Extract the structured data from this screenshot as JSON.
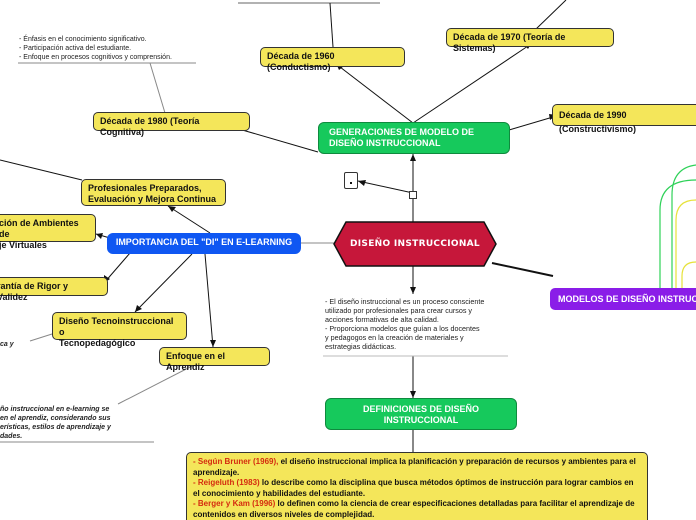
{
  "center": {
    "label": "DISEÑO INSTRUCCIONAL"
  },
  "generaciones": {
    "label_line1": "GENERACIONES DE MODELO DE",
    "label_line2": "DISEÑO INSTRUCCIONAL"
  },
  "decades": {
    "d1960": "Década de 1960 (Conductismo)",
    "d1970": "Década de 1970 (Teoría de Sistemas)",
    "d1980": "Década de 1980 (Teoría Cognitiva)",
    "d1990": "Década de 1990 (Constructivismo)"
  },
  "cognitiva_notes": [
    "- Énfasis en el conocimiento significativo.",
    "- Participación activa del estudiante.",
    "- Enfoque en procesos cognitivos y comprensión."
  ],
  "importancia": {
    "label": "IMPORTANCIA DEL \"DI\" EN E-LEARNING",
    "profesionales_line1": "Profesionales Preparados,",
    "profesionales_line2": "Evaluación y Mejora Continua",
    "ambientes_line1": "ción de Ambientes de",
    "ambientes_line2": "je Virtuales",
    "rigor": "rantía de Rigor y Validez",
    "tecno_line1": "Diseño Tecnoinstruccional o",
    "tecno_line2": "Tecnopedagógico",
    "tecno_note": "ca y",
    "enfoque": "Enfoque en el Aprendiz",
    "enfoque_notes": [
      "ño instruccional en e-learning se",
      "en el aprendiz, considerando sus",
      "erísticas, estilos de aprendizaje y",
      "dades."
    ]
  },
  "center_notes": [
    "- El diseño instruccional es un proceso consciente",
    "utilizado por profesionales para crear cursos y",
    "acciones formativas de alta calidad.",
    "- Proporciona modelos que guían a los docentes",
    "y pedagogos en la creación de materiales y",
    "estrategias didácticas."
  ],
  "modelos": {
    "label": "MODELOS DE DISEÑO INSTRUCCIONAL"
  },
  "definiciones": {
    "label_line1": "DEFINICIONES DE DISEÑO",
    "label_line2": "INSTRUCCIONAL",
    "items": [
      {
        "author": "- Según Bruner (1969),",
        "text": " el diseño instruccional implica la planificación y preparación de recursos y ambientes para el aprendizaje."
      },
      {
        "author": "- Reigeluth (1983)",
        "text": " lo describe como la disciplina que busca métodos óptimos de instrucción para lograr cambios en el conocimiento y habilidades del estudiante."
      },
      {
        "author": "- Berger y Kam (1996)",
        "text": " lo definen como la ciencia de crear especificaciones detalladas para facilitar el aprendizaje de contenidos en diversos niveles de complejidad."
      }
    ]
  },
  "colors": {
    "yellow": "#f4e65a",
    "green": "#16c95c",
    "blue": "#0f57f2",
    "purple": "#8a1de8",
    "center": "#c6173a",
    "author_red": "#d42b0f",
    "curve_green": "#2ed158",
    "curve_yellow": "#e6e23a"
  }
}
